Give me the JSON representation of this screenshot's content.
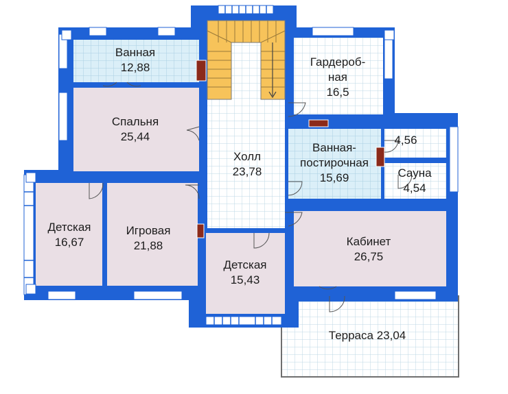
{
  "plan": {
    "rooms": [
      {
        "id": "bath-1",
        "name": "Ванная",
        "area": "12,88"
      },
      {
        "id": "bedroom",
        "name": "Спальня",
        "area": "25,44"
      },
      {
        "id": "hall",
        "name": "Холл",
        "area": "23,78"
      },
      {
        "id": "wardrobe",
        "name_line1": "Гардероб-",
        "name_line2": "ная",
        "area": "16,5"
      },
      {
        "id": "laundry-bath",
        "name_line1": "Ванная-",
        "name_line2": "постирочная",
        "area": "15,69"
      },
      {
        "id": "small-room",
        "area": "4,56"
      },
      {
        "id": "sauna",
        "name": "Сауна",
        "area": "4,54"
      },
      {
        "id": "kids-1",
        "name": "Детская",
        "area": "16,67"
      },
      {
        "id": "playroom",
        "name": "Игровая",
        "area": "21,88"
      },
      {
        "id": "kids-2",
        "name": "Детская",
        "area": "15,43"
      },
      {
        "id": "study",
        "name": "Кабинет",
        "area": "26,75"
      },
      {
        "id": "terrace",
        "label": "Терраса 23,04"
      }
    ],
    "colors": {
      "wall": "#1f62d6",
      "room_pink": "#eadfe5",
      "room_blue": "#dbeff8",
      "grid_line": "#9fc7dc",
      "stair": "#f7c35a",
      "chimney": "#8b2a1a"
    }
  }
}
